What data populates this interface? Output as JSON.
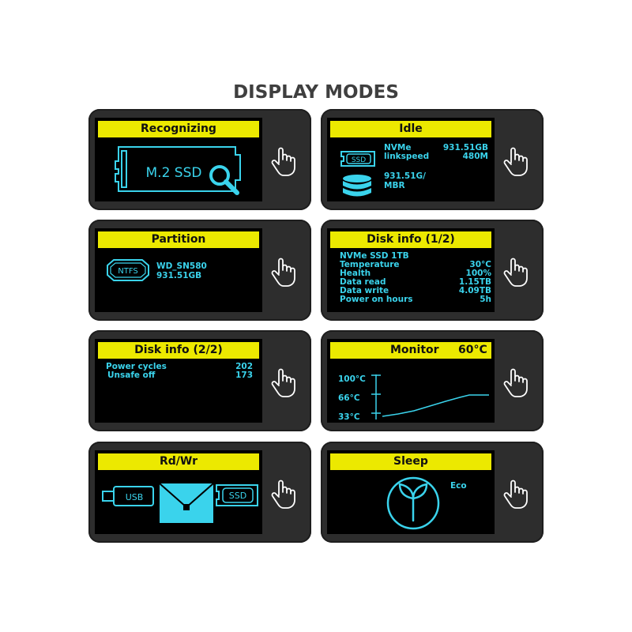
{
  "title": "DISPLAY MODES",
  "panels": {
    "recognizing": {
      "header": "Recognizing",
      "label": "M.2 SSD"
    },
    "idle": {
      "header": "Idle",
      "ssd_icon": "SSD",
      "type": "NVMe",
      "capacity": "931.51GB",
      "linkspeed_label": "linkspeed",
      "linkspeed_value": "480M",
      "partition_line1": "931.51G/",
      "partition_line2": "MBR"
    },
    "partition": {
      "header": "Partition",
      "fs_icon": "NTFS",
      "model": "WD_SN580",
      "size": "931.51GB"
    },
    "diskinfo1": {
      "header": "Disk info (1/2)",
      "title": "NVMe SSD 1TB",
      "rows": [
        {
          "label": "Temperature",
          "value": "30°C"
        },
        {
          "label": "Health",
          "value": "100%"
        },
        {
          "label": "Data read",
          "value": "1.15TB"
        },
        {
          "label": "Data write",
          "value": "4.09TB"
        },
        {
          "label": "Power on hours",
          "value": "5h"
        }
      ]
    },
    "diskinfo2": {
      "header": "Disk info (2/2)",
      "rows": [
        {
          "label": "Power cycles",
          "value": "202"
        },
        {
          "label": "Unsafe off",
          "value": "173"
        }
      ]
    },
    "monitor": {
      "header": "Monitor",
      "temp": "60°C",
      "ticks": [
        "100°C",
        "66°C",
        "33°C"
      ]
    },
    "rdwr": {
      "header": "Rd/Wr",
      "usb_label": "USB",
      "ssd_label": "SSD"
    },
    "sleep": {
      "header": "Sleep",
      "mode": "Eco"
    }
  },
  "colors": {
    "accent_cyan": "#3ad3ec",
    "header_yellow": "#ece900",
    "bezel": "#2d2d2d"
  },
  "icons": [
    "touch-hand-icon",
    "m2-ssd-icon",
    "magnifier-icon",
    "ssd-icon",
    "database-icon",
    "ntfs-icon",
    "usb-icon",
    "envelope-icon",
    "sprout-icon"
  ]
}
